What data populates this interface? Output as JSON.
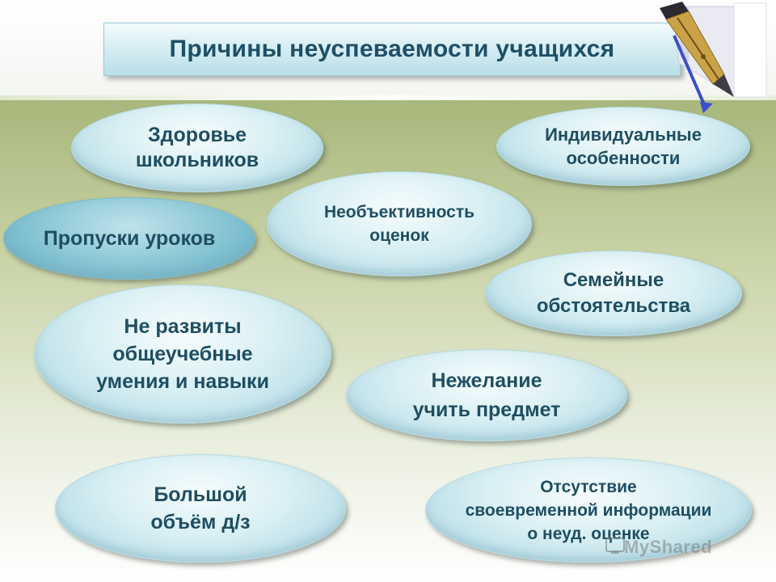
{
  "title": "Причины неуспеваемости учащихся",
  "causes": [
    {
      "label": "Здоровье\nшкольников"
    },
    {
      "label": "Индивидуальные\nособенности"
    },
    {
      "label": "Пропуски уроков"
    },
    {
      "label": "Необъективность\nоценок"
    },
    {
      "label": "Семейные\nобстоятельства"
    },
    {
      "label": "Не развиты\nобщеучебные\nумения и навыки"
    },
    {
      "label": "Нежелание\nучить предмет"
    },
    {
      "label": "Большой\nобъём д/з"
    },
    {
      "label": "Отсутствие\nсвоевременной информации\nо  неуд. оценке"
    }
  ],
  "watermark": "MyShared"
}
